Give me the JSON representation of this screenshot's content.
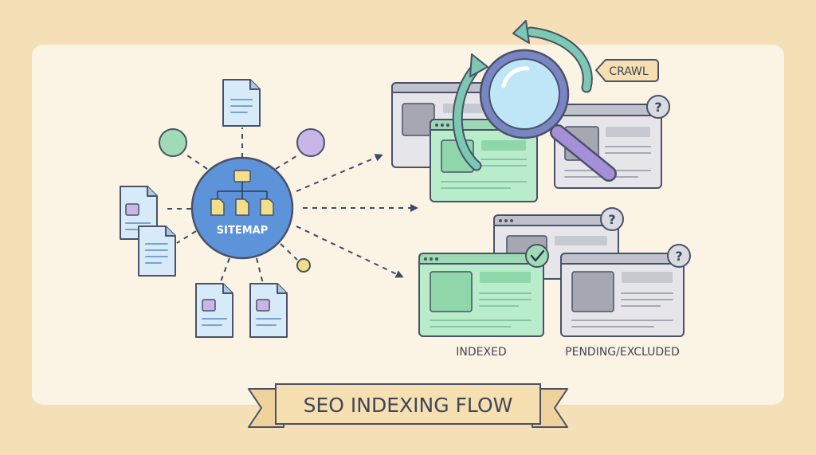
{
  "hub": {
    "label": "SITEMAP"
  },
  "crawl": {
    "label": "CRAWL"
  },
  "groups": {
    "indexed_label": "INDEXED",
    "pending_label": "PENDING/EXCLUDED"
  },
  "banner": {
    "title": "SEO INDEXING FLOW"
  },
  "colors": {
    "background": "#f4dfb6",
    "panel": "#fbf3e4",
    "outline": "#4a5168",
    "hub_fill": "#5d93d8",
    "doc_fill": "#d6eaf7",
    "page_green": "#b8ecca",
    "page_gray": "#e6e6ea",
    "connector": "#3f4a66",
    "node_green": "#9fdcb5",
    "node_purple": "#c9b6e6",
    "node_yellow": "#f3df8a",
    "crawl_arrow": "#7bc8b3",
    "lens": "#bfe6f6",
    "handle": "#a48fd8",
    "banner_fill": "#f6dfb0"
  }
}
